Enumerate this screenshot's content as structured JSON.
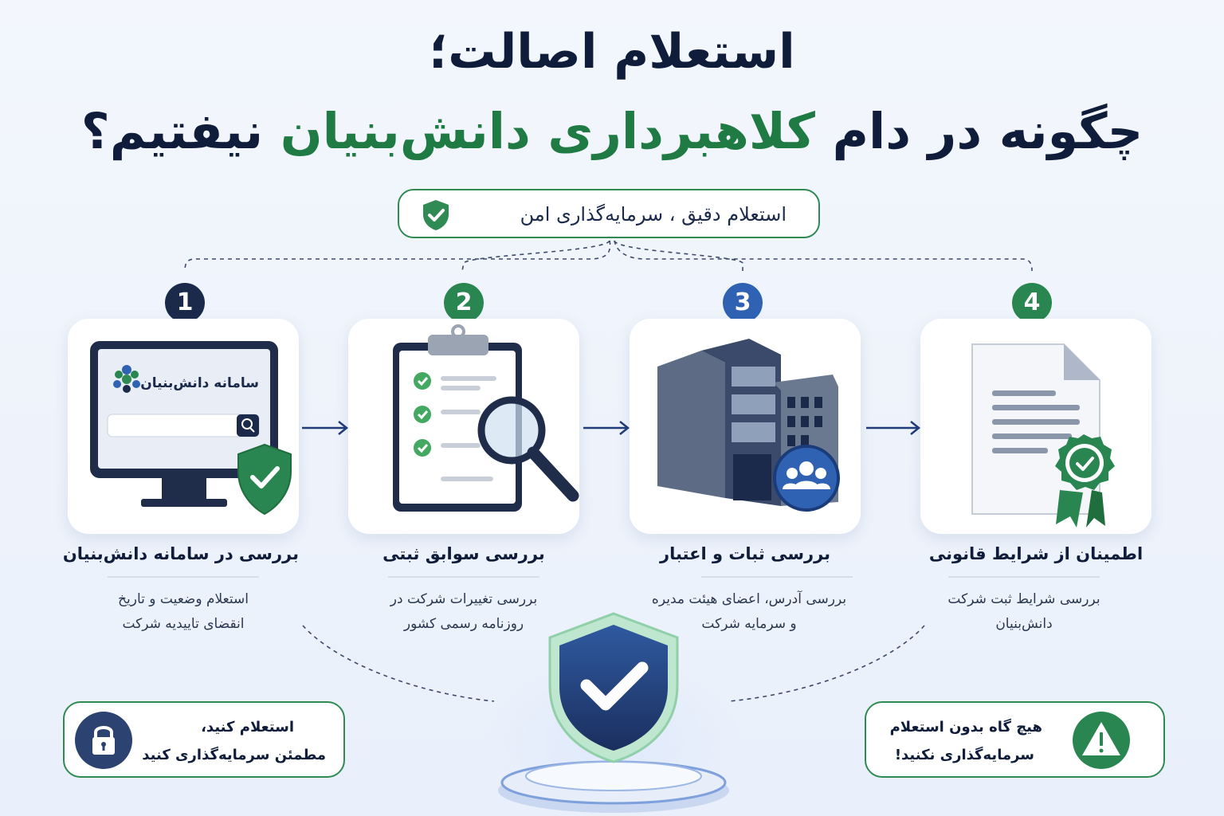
{
  "title": {
    "line1": "استعلام اصالت؛",
    "line2_part1": "چگونه در دام ",
    "line2_highlight": "کلاهبرداری دانش‌بنیان",
    "line2_part2": " نیفتیم؟"
  },
  "tagline": "استعلام دقیق ، سرمایه‌گذاری امن",
  "steps": [
    {
      "number": "1",
      "title": "بررسی در سامانه دانش‌بنیان",
      "desc_line1": "استعلام وضعیت و تاریخ",
      "desc_line2": "انقضای تاییدیه شرکت",
      "screen_label": "سامانه دانش‌بنیان",
      "icon": "computer-monitor-shield-icon",
      "color": "#1b2a4a"
    },
    {
      "number": "2",
      "title": "بررسی سوابق ثبتی",
      "desc_line1": "بررسی تغییرات شرکت در",
      "desc_line2": "روزنامه رسمی کشور",
      "icon": "clipboard-magnifier-icon",
      "color": "#2a8650"
    },
    {
      "number": "3",
      "title": "بررسی ثبات و اعتبار",
      "desc_line1": "بررسی آدرس، اعضای هیئت مدیره",
      "desc_line2": "و سرمایه شرکت",
      "icon": "office-building-icon",
      "color": "#2f62b3"
    },
    {
      "number": "4",
      "title": "اطمینان از شرایط قانونی",
      "desc_line1": "بررسی شرایط ثبت شرکت",
      "desc_line2": "دانش‌بنیان",
      "icon": "document-badge-icon",
      "color": "#2a8650"
    }
  ],
  "bubbles": {
    "left": {
      "line1": "استعلام کنید،",
      "line2": "مطمئن سرمایه‌گذاری کنید",
      "icon": "lock-icon"
    },
    "right": {
      "line1": "هیچ گاه بدون استعلام",
      "line2": "سرمایه‌گذاری نکنید!",
      "icon": "warning-icon"
    }
  },
  "colors": {
    "dark_navy": "#1b2a4a",
    "green": "#2a8650",
    "blue": "#2f62b3",
    "highlight_green": "#1f7a43"
  }
}
